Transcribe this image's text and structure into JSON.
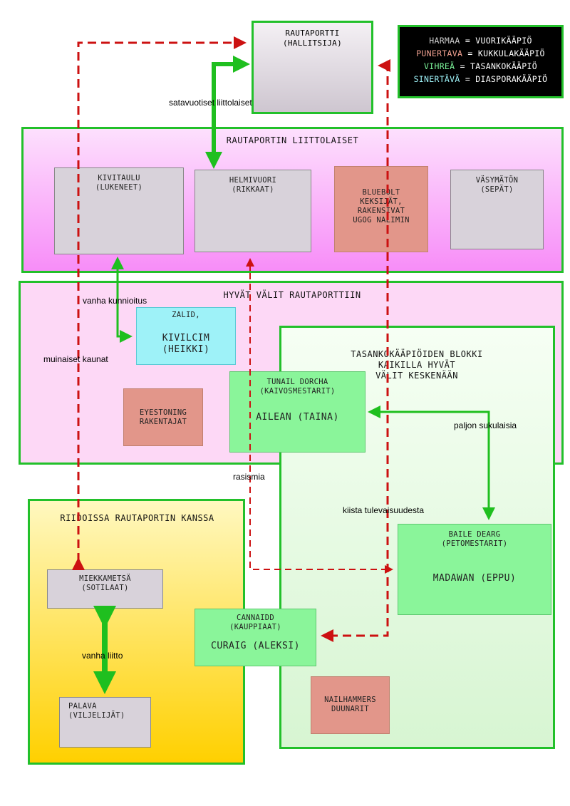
{
  "legend": {
    "items": [
      {
        "key": "HARMAA",
        "value": "VUORIKÄÄPIÖ",
        "color": "#cfcfcf"
      },
      {
        "key": "PUNERTAVA",
        "value": "KUKKULAKÄÄPIÖ",
        "color": "#f0a090"
      },
      {
        "key": "VIHREÄ",
        "value": "TASANKOKÄÄPIÖ",
        "color": "#7cf59a"
      },
      {
        "key": "SINERTÄVÄ",
        "value": "DIASPORAKÄÄPIÖ",
        "color": "#9ef2f8"
      }
    ],
    "separator": " = "
  },
  "rautaportti": {
    "line1": "RAUTAPORTTI",
    "line2": "(HALLITSIJA)"
  },
  "zones": {
    "liittolaiset": "RAUTAPORTIN LIITTOLAISET",
    "hyvat": "HYVÄT VÄLIT RAUTAPORTTIIN",
    "blokki": "TASANKOKÄÄPIÖIDEN BLOKKI\nKAIKILLA HYVÄT\nVÄLIT KESKENÄÄN",
    "riidoissa": "RIIDOISSA RAUTAPORTIN KANSSA"
  },
  "boxes": {
    "kivitaulu": {
      "line1": "KIVITAULU",
      "line2": "(LUKENEET)"
    },
    "helmivuori": {
      "line1": "HELMIVUORI",
      "line2": "(RIKKAAT)"
    },
    "bluebolt": {
      "text": "BLUEBOLT\nKEKSIJÄT,\nRAKENSIVAT\nUGOG NALIMIN"
    },
    "vasymaton": {
      "line1": "VÄSYMÄTÖN",
      "line2": "(SEPÄT)"
    },
    "zalid": {
      "line1": "ZALID,",
      "name": "KIVILCIM\n(HEIKKI)"
    },
    "eyestoning": {
      "text": "EYESTONING\nRAKENTAJAT"
    },
    "tunail": {
      "line1": "TUNAIL DORCHA",
      "line2": "(KAIVOSMESTARIT)",
      "name": "AILEAN (TAINA)"
    },
    "baile": {
      "line1": "BAILE DEARG",
      "line2": "(PETOMESTARIT)",
      "name": "MADAWAN (EPPU)"
    },
    "miekkametsa": {
      "line1": "MIEKKAMETSÄ",
      "line2": "(SOTILAAT)"
    },
    "cannaidd": {
      "line1": "CANNAIDD",
      "line2": "(KAUPPIAAT)",
      "name": "CURAIG (ALEKSI)"
    },
    "palava": {
      "line1": "PALAVA",
      "line2": "(VILJELIJÄT)"
    },
    "nailhammers": {
      "text": "NAILHAMMERS\nDUUNARIT"
    }
  },
  "labels": {
    "satavuotiset": "satavuotiset liittolaiset",
    "vanha_kunnioitus": "vanha kunnioitus",
    "muinaiset": "muinaiset kaunat",
    "paljon": "paljon sukulaisia",
    "rasismia": "rasismia",
    "kiista": "kiista tulevaisuudesta",
    "vanha_liitto": "vanha liitto"
  },
  "colors": {
    "zone_border": "#22c02a",
    "arrow_green": "#1fbf1f",
    "arrow_red": "#cc1111",
    "gray_box": "#d8d2da",
    "salmon_box": "#e2968a",
    "cyan_box": "#9ef2f8",
    "green_box": "#8af59a"
  }
}
